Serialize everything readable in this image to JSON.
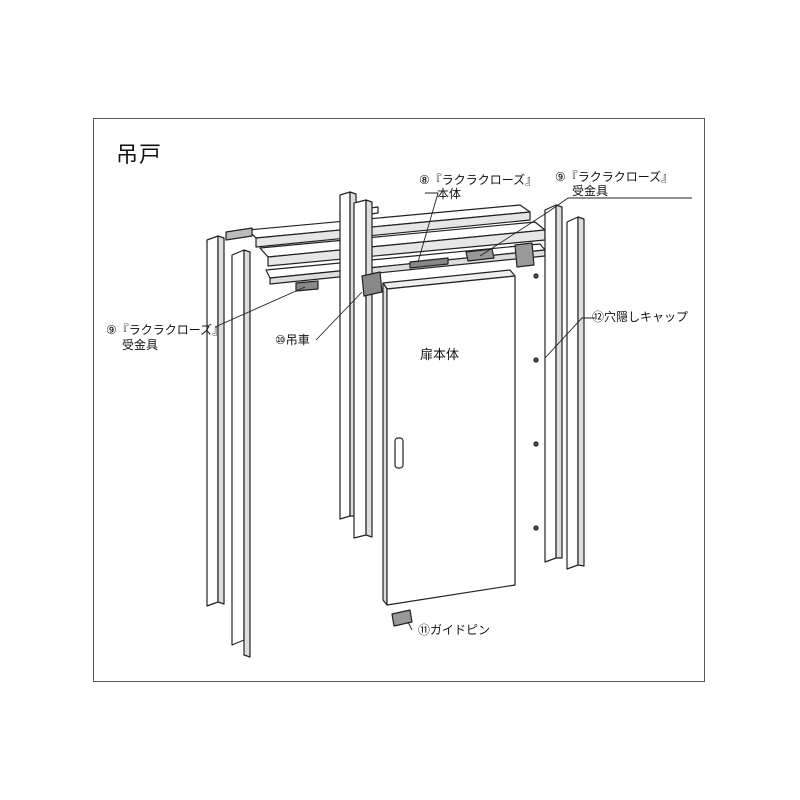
{
  "title": "吊戸",
  "labels": {
    "closer_body_line1": "⑧『ラクラクローズ』",
    "closer_body_line2": "本体",
    "receiver_right_line1": "⑨『ラクラクローズ』",
    "receiver_right_line2": "受金具",
    "receiver_left_line1": "⑨『ラクラクローズ』",
    "receiver_left_line2": "受金具",
    "hanger_wheel": "⑩吊車",
    "hole_cap": "⑫穴隠しキャップ",
    "door_body": "扉本体",
    "guide_pin": "⑪ガイドピン"
  },
  "colors": {
    "line": "#222222",
    "fill": "#ffffff",
    "shade": "#d9d9d9",
    "dark": "#555555"
  }
}
